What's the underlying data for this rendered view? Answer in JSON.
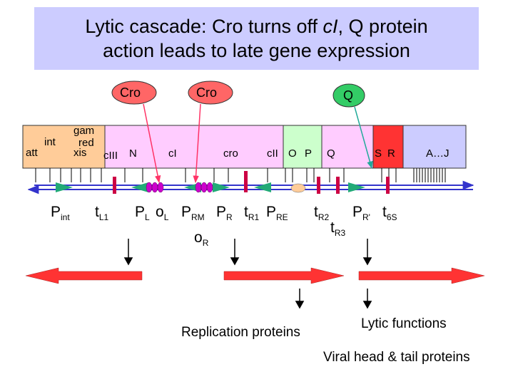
{
  "title": {
    "line1_prefix": "Lytic cascade: Cro turns off ",
    "line1_italic": "cI",
    "line1_suffix": ", Q protein",
    "line2": "action leads to late gene expression"
  },
  "proteins": [
    {
      "label": "Cro",
      "color": "#ff6666"
    },
    {
      "label": "Cro",
      "color": "#ff6666"
    },
    {
      "label": "Q",
      "color": "#33cc66"
    }
  ],
  "genes": {
    "att": "att",
    "int": "int",
    "gam": "gam",
    "red": "red",
    "xis": "xis",
    "cIII": "cIII",
    "N": "N",
    "cI": "cI",
    "cro": "cro",
    "cII": "cII",
    "O": "O",
    "P": "P",
    "Q": "Q",
    "S": "S",
    "R": "R",
    "AJ": "A…J"
  },
  "regulatory_labels": {
    "Pint": {
      "main": "P",
      "sub": "int"
    },
    "tL1": {
      "main": "t",
      "sub": "L1"
    },
    "PL": {
      "main": "P",
      "sub": "L"
    },
    "oL": {
      "main": "o",
      "sub": "L"
    },
    "PRM": {
      "main": "P",
      "sub": "RM"
    },
    "PR": {
      "main": "P",
      "sub": "R"
    },
    "tR1": {
      "main": "t",
      "sub": "R1"
    },
    "PRE": {
      "main": "P",
      "sub": "RE"
    },
    "tR2": {
      "main": "t",
      "sub": "R2"
    },
    "tR3": {
      "main": "t",
      "sub": "R3"
    },
    "PRprime": {
      "main": "P",
      "sub": "R'"
    },
    "t6S": {
      "main": "t",
      "sub": "6S"
    },
    "oR": {
      "main": "o",
      "sub": "R"
    }
  },
  "captions": {
    "replication": "Replication proteins",
    "lytic": "Lytic functions",
    "viral": "Viral head & tail proteins"
  },
  "colors": {
    "title_bg": "#ccccff",
    "region_orange": "#ffcc99",
    "region_pink": "#ffccff",
    "region_green": "#ccffcc",
    "region_red": "#ff3333",
    "region_lavender": "#ccccff",
    "dna_line": "#3333cc",
    "promoter_arrow": "#22aa77",
    "terminator": "#cc0044",
    "operator": "#cc00cc",
    "arrow_red": "#ff3333",
    "cro_line": "#ff3366",
    "q_line": "#22aa99"
  }
}
